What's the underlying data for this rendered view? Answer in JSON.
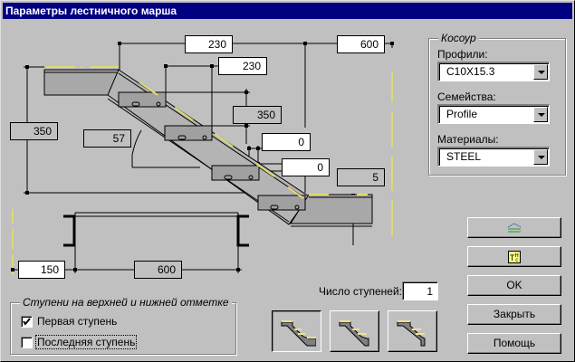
{
  "window": {
    "title": "Параметры лестничного марша"
  },
  "drawing": {
    "dims": {
      "top_run": "230",
      "step_run": "230",
      "total_width": "600",
      "step_rise": "350",
      "total_height": "350",
      "angle": "57",
      "offset_1": "0",
      "offset_2": "0",
      "bottom_offset": "5",
      "bottom_left": "150",
      "bottom_width": "600"
    }
  },
  "stringer": {
    "group_title": "Косоур",
    "profile_label": "Профили:",
    "profile_value": "C10X15.3",
    "family_label": "Семейства:",
    "family_value": "Profile",
    "material_label": "Материалы:",
    "material_value": "STEEL"
  },
  "buttons": {
    "icon_btn_1": "stair-level-icon",
    "icon_btn_2": "text-style-icon",
    "ok": "OK",
    "close": "Закрыть",
    "help": "Помощь"
  },
  "steps": {
    "group_title": "Ступени на верхней и нижней отметке",
    "first_step_label": "Первая ступень",
    "first_step_checked": true,
    "last_step_label": "Последняя ступень",
    "last_step_checked": false,
    "count_label": "Число ступеней:",
    "count_value": "1"
  },
  "stair_types": [
    {
      "name": "stair-type-1",
      "selected": true
    },
    {
      "name": "stair-type-2",
      "selected": false
    },
    {
      "name": "stair-type-3",
      "selected": false
    }
  ],
  "colors": {
    "title_bg": "#000080",
    "face": "#c0c0c0",
    "tread_yellow": "#e0d870",
    "steel_grey": "#a8a8a8"
  }
}
